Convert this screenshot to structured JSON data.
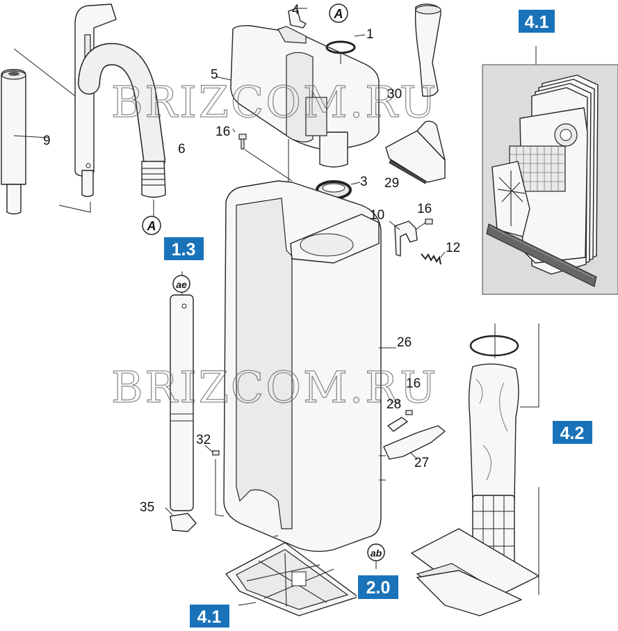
{
  "watermark": "BRIZCOM.RU",
  "section_tags": {
    "top_right": "4.1",
    "left": "1.3",
    "bottom_center": "2.0",
    "bottom_left": "4.1",
    "right": "4.2"
  },
  "markers": {
    "a_top": "A",
    "a_left": "A",
    "ae": "ae",
    "ab": "ab"
  },
  "part_numbers": {
    "p1": "1",
    "p3": "3",
    "p4": "4",
    "p5": "5",
    "p6": "6",
    "p9": "9",
    "p10": "10",
    "p12": "12",
    "p16_top": "16",
    "p16_mid": "16",
    "p16_low": "16",
    "p26": "26",
    "p27": "27",
    "p28": "28",
    "p29": "29",
    "p30": "30",
    "p32": "32",
    "p35": "35"
  },
  "colors": {
    "tag_blue": "#1a73b9",
    "inset_gray": "#dcdcdc"
  }
}
